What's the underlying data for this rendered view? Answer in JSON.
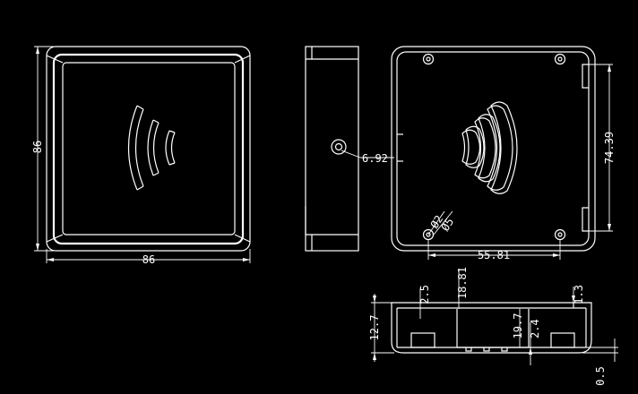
{
  "front_view": {
    "width_label": "86",
    "height_label": "86"
  },
  "side_view": {
    "hole_label": "6.92"
  },
  "back_view": {
    "height_label": "74.39",
    "spacing_label": "55.81",
    "inner_diameter_label": "Ø2",
    "outer_diameter_label": "Ø5"
  },
  "section_view": {
    "height_label": "12.7",
    "left_label": "2.5",
    "depth_label": "18.81",
    "right_label": "1.3",
    "inner_label": "19.7",
    "gap_label": "2.4",
    "base_label": "0.5"
  },
  "colors": {
    "background": "#000000",
    "lines": "#ffffff"
  },
  "icons": [
    "nfc-contactless-icon",
    "screw-hole-icon"
  ]
}
